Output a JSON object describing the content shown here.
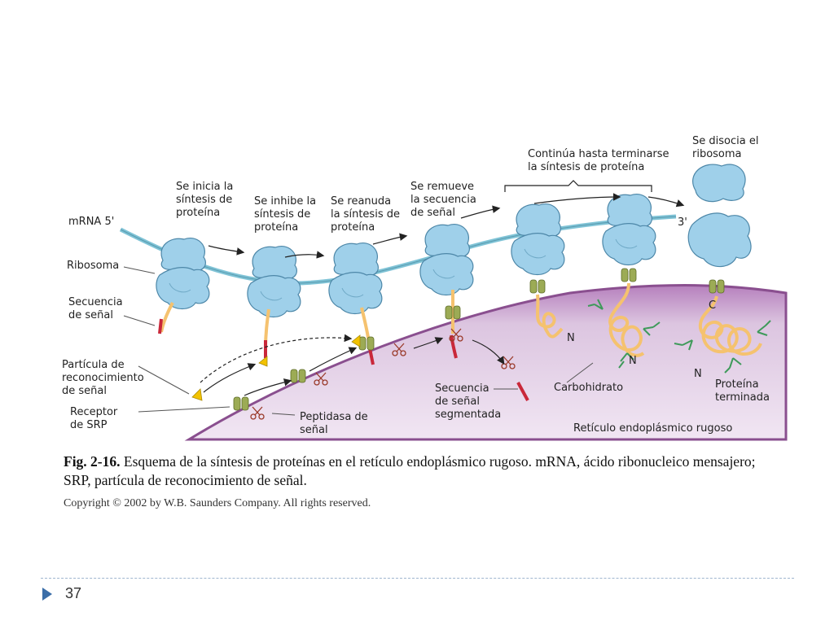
{
  "figure": {
    "labels": {
      "mrna5": "mRNA 5'",
      "mrna3": "3'",
      "ribosoma": "Ribosoma",
      "secuencia_senal": [
        "Secuencia",
        "de señal"
      ],
      "particula": [
        "Partícula de",
        "reconocimiento",
        "de señal"
      ],
      "receptor": [
        "Receptor",
        "de SRP"
      ],
      "peptidasa": [
        "Peptidasa de",
        "señal"
      ],
      "seg_secuencia": [
        "Secuencia",
        "de señal",
        "segmentada"
      ],
      "carbohidrato": "Carbohidrato",
      "proteina_terminada": [
        "Proteína",
        "terminada"
      ],
      "reticulo": "Retículo endoplásmico rugoso",
      "step1": [
        "Se inicia la",
        "síntesis de",
        "proteína"
      ],
      "step2": [
        "Se inhibe la",
        "síntesis de",
        "proteína"
      ],
      "step3": [
        "Se reanuda",
        "la síntesis de",
        "proteína"
      ],
      "step4": [
        "Se remueve",
        "la secuencia",
        "de señal"
      ],
      "step5": [
        "Continúa hasta terminarse",
        "la síntesis de proteína"
      ],
      "step6": [
        "Se disocia el",
        "ribosoma"
      ],
      "n1": "N",
      "n2": "N",
      "n3": "N",
      "c1": "C"
    }
  },
  "caption": {
    "fig_label": "Fig. 2-16.",
    "text": "Esquema de la síntesis de proteínas en el retículo endoplásmico rugoso. mRNA, ácido ribonucleico mensajero; SRP, partícula de reconocimiento de señal."
  },
  "copyright": "Copyright © 2002 by W.B. Saunders Company. All rights reserved.",
  "page_number": "37",
  "colors": {
    "ribosome": "#9fd0ea",
    "ribosome_stroke": "#4d87a8",
    "er": "#c79fcc",
    "er_edge": "#8a4f8f",
    "receptor": "#9cab55",
    "signal": "#c9283a",
    "protein": "#f5c26f",
    "carb": "#3e9a5a",
    "accent": "#3b6ea8"
  }
}
